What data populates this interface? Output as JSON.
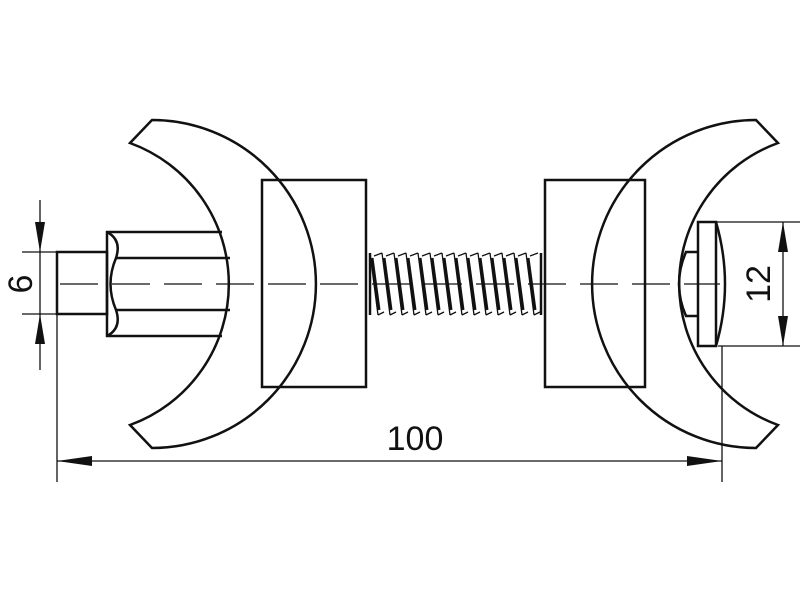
{
  "dimensions": {
    "pin_diameter": "6",
    "head_diameter": "12",
    "overall_length": "100"
  },
  "colors": {
    "line": "#111111",
    "background": "#ffffff"
  }
}
